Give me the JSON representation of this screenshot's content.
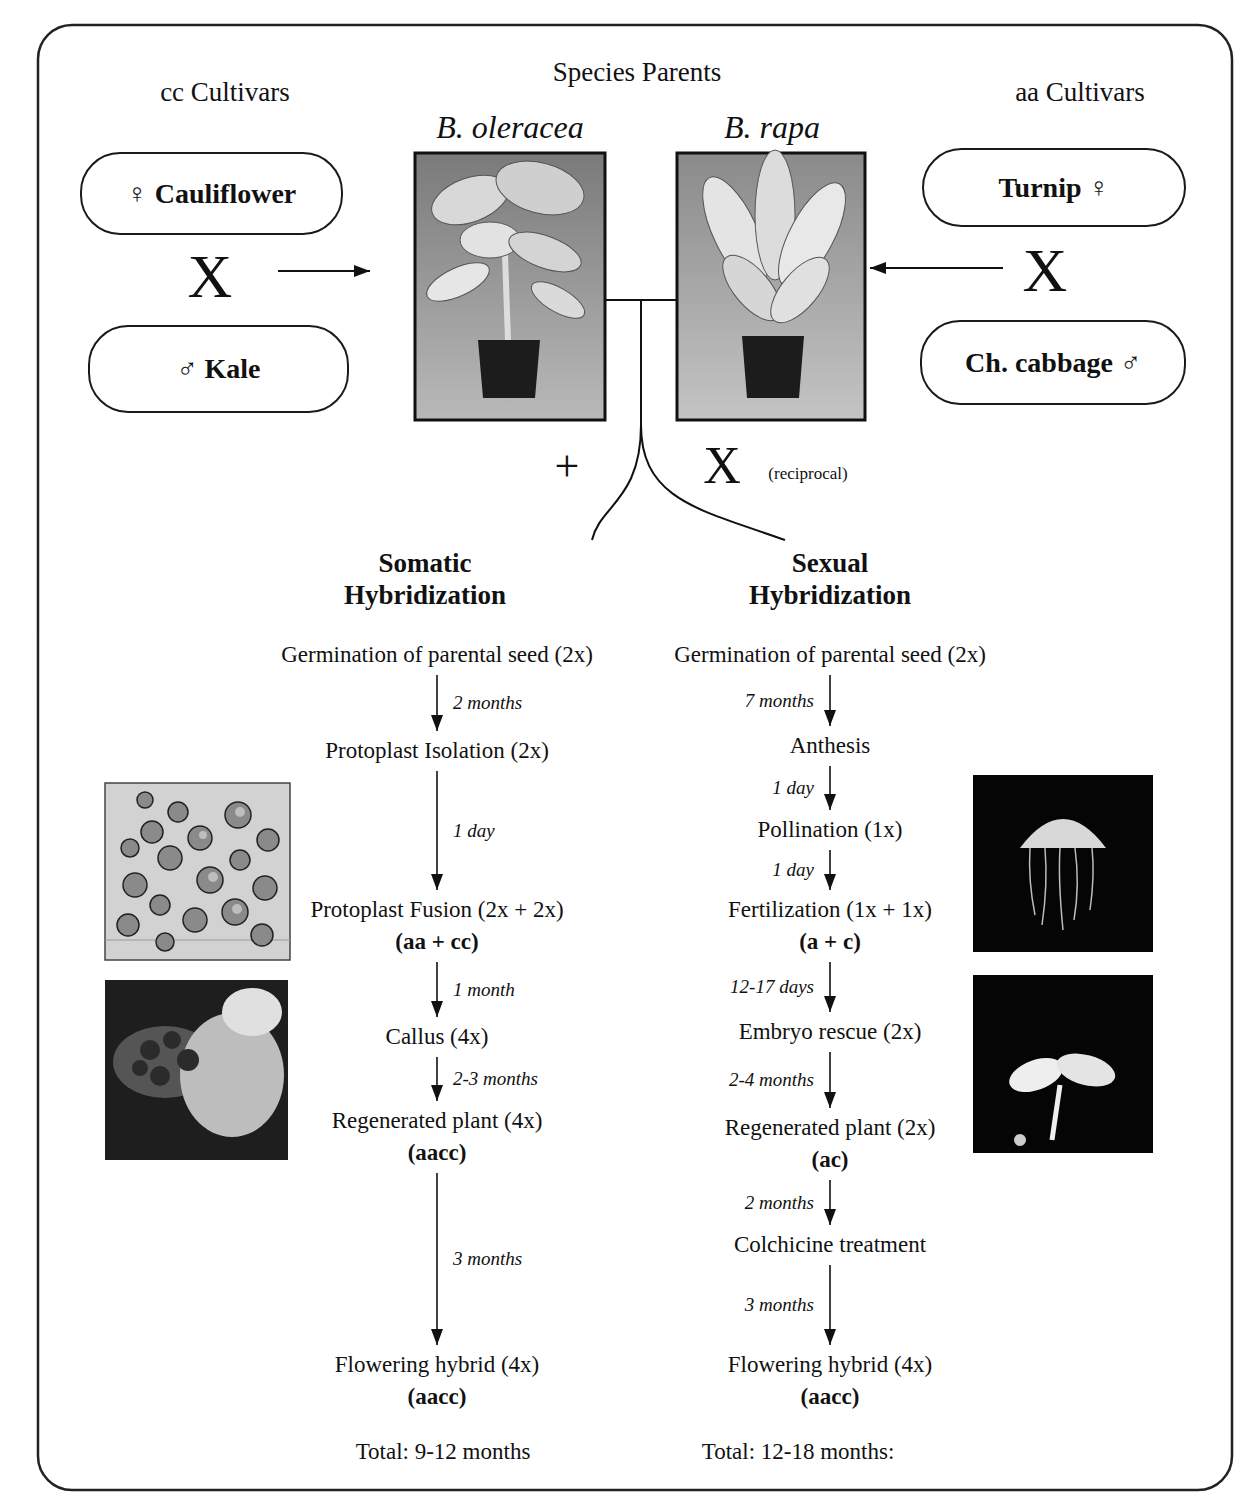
{
  "diagram": {
    "nodes": [
      {
        "text": [
          "♀ Cauliflower"
        ]
      },
      {
        "text": [
          "B. oleracea"
        ]
      },
      {
        "text": [
          "B. rapa"
        ]
      },
      {
        "text": [
          "Turnip ♀"
        ]
      },
      {
        "text": [
          "♂ Kale"
        ]
      },
      {
        "text": [
          "Ch. cabbage ♂"
        ]
      },
      {
        "text": [
          "Germination of parental seed (2x)"
        ]
      },
      {
        "text": [
          "Protoplast Isolation (2x)"
        ]
      },
      {
        "text": [
          "Protoplast Fusion (2x + 2x)",
          "(aa + cc)"
        ]
      },
      {
        "text": [
          "Callus (4x)"
        ]
      },
      {
        "text": [
          "Regenerated plant (4x)",
          "(aacc)"
        ]
      },
      {
        "text": [
          "Flowering hybrid (4x)",
          "(aacc)"
        ]
      },
      {
        "text": [
          "Germination of parental seed (2x)"
        ]
      },
      {
        "text": [
          "Anthesis"
        ]
      },
      {
        "text": [
          "Pollination (1x)"
        ]
      },
      {
        "text": [
          "Fertilization (1x + 1x)",
          "(a + c)"
        ]
      },
      {
        "text": [
          "Embryo rescue (2x)"
        ]
      },
      {
        "text": [
          "Regenerated plant (2x)",
          "(ac)"
        ]
      },
      {
        "text": [
          "Colchicine treatment"
        ]
      },
      {
        "text": [
          "Flowering hybrid (4x)",
          "(aacc)"
        ]
      }
    ],
    "edges": [
      {
        "from": 6,
        "to": 7,
        "label": "2 months",
        "arrow": "to"
      },
      {
        "from": 7,
        "to": 8,
        "label": "1 day",
        "arrow": "to"
      },
      {
        "from": 8,
        "to": 9,
        "label": "1 month",
        "arrow": "to"
      },
      {
        "from": 9,
        "to": 10,
        "label": "2-3 months",
        "arrow": "to"
      },
      {
        "from": 10,
        "to": 11,
        "label": "3 months",
        "arrow": "to"
      },
      {
        "from": 12,
        "to": 13,
        "label": "7 months",
        "arrow": "to"
      },
      {
        "from": 13,
        "to": 14,
        "label": "1 day",
        "arrow": "to"
      },
      {
        "from": 14,
        "to": 15,
        "label": "1 day",
        "arrow": "to"
      },
      {
        "from": 15,
        "to": 16,
        "label": "12-17 days",
        "arrow": "to"
      },
      {
        "from": 16,
        "to": 17,
        "label": "2-4 months",
        "arrow": "to"
      },
      {
        "from": 17,
        "to": 18,
        "label": "2 months",
        "arrow": "to"
      },
      {
        "from": 18,
        "to": 19,
        "label": "3 months",
        "arrow": "to"
      }
    ],
    "labels": [
      "Species Parents",
      "cc Cultivars",
      "aa Cultivars",
      "X",
      "X",
      "+",
      "X",
      "(reciprocal)",
      "Somatic Hybridization",
      "Sexual Hybridization",
      "Total: 9-12 months",
      "Total: 12-18 months:"
    ]
  }
}
